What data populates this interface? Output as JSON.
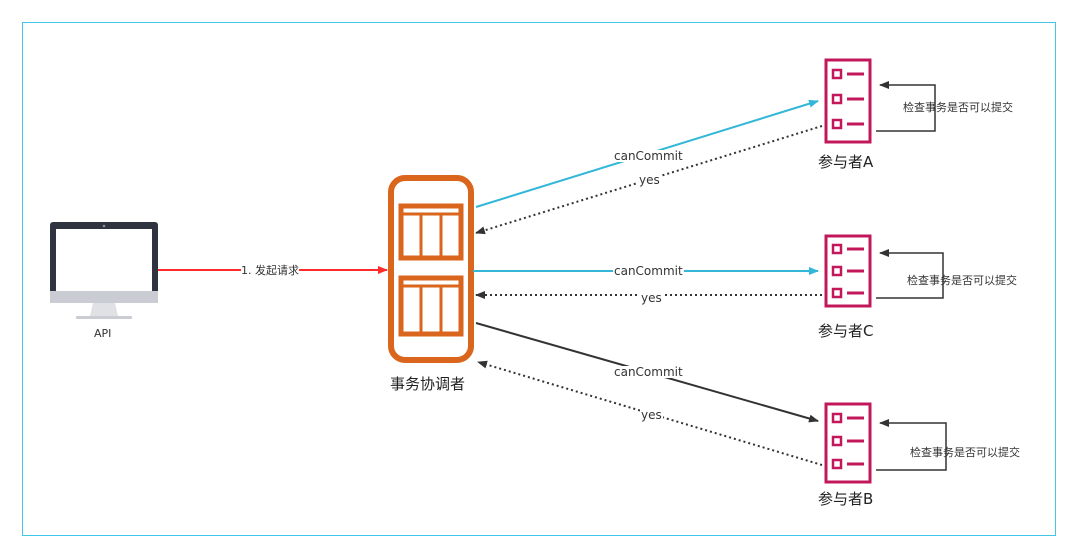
{
  "api": {
    "label": "API"
  },
  "coordinator": {
    "label": "事务协调者"
  },
  "request": {
    "label": "1. 发起请求"
  },
  "participants": [
    {
      "name": "参与者A",
      "check_label": "检查事务是否可以提交"
    },
    {
      "name": "参与者C",
      "check_label": "检查事务是否可以提交"
    },
    {
      "name": "参与者B",
      "check_label": "检查事务是否可以提交"
    }
  ],
  "messages": {
    "request_label": "canCommit",
    "response_label": "yes"
  },
  "colors": {
    "border": "#41c6e8",
    "request_arrow": "#ff2a2a",
    "can_commit_arrow": "#33b7d8",
    "can_commit_arrow_dark": "#333333",
    "coordinator": "#d9661c",
    "participant_icon": "#c2185b",
    "monitor_frame": "#2f3440"
  },
  "icons": {
    "api": "desktop-monitor-icon",
    "coordinator": "server-rack-icon",
    "participant": "checklist-icon"
  }
}
